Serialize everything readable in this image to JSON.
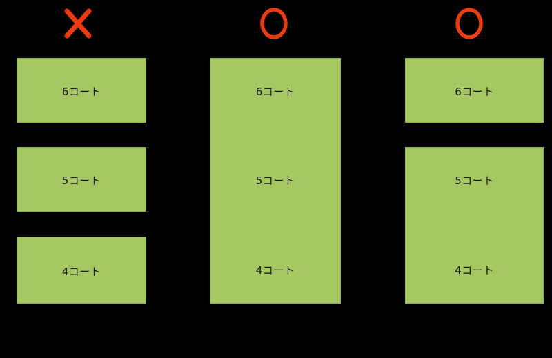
{
  "diagram": {
    "background_color": "#000000",
    "block_color": "#a6c863",
    "mark_color": "#ee3b0c",
    "text_color": "#1a1a1a",
    "slot_labels": [
      "6コート",
      "5コート",
      "4コート"
    ],
    "columns": [
      {
        "mark": "cross-mark",
        "mark_label": "✕",
        "blocks": [
          {
            "label": "6コート"
          },
          {
            "label": "5コート"
          },
          {
            "label": "4コート"
          }
        ]
      },
      {
        "mark": "circle-mark",
        "mark_label": "○",
        "blocks": [
          {
            "label": "6コート"
          },
          {
            "label": "5コート"
          },
          {
            "label": "4コート"
          }
        ]
      },
      {
        "mark": "circle-mark",
        "mark_label": "○",
        "blocks": [
          {
            "label": "6コート"
          },
          {
            "label": "5コート"
          },
          {
            "label": "4コート"
          }
        ]
      }
    ]
  }
}
